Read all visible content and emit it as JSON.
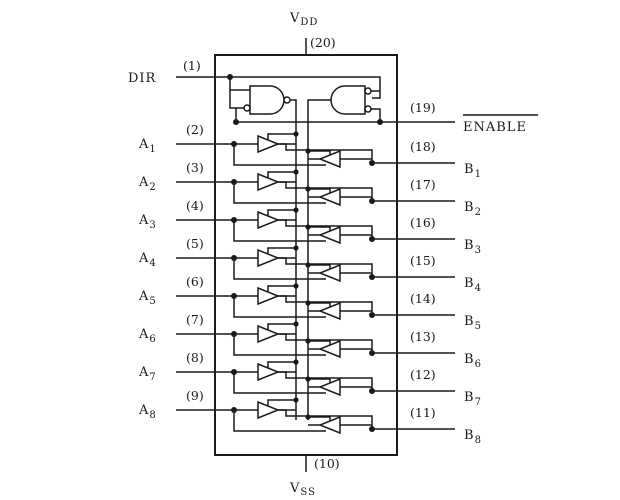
{
  "supply": {
    "vdd": {
      "main": "V",
      "sub": "DD",
      "pin": "(20)"
    },
    "vss": {
      "main": "V",
      "sub": "SS",
      "pin": "(10)"
    }
  },
  "control": {
    "dir": {
      "label": "DIR",
      "pin": "(1)"
    },
    "enable": {
      "label": "ENABLE",
      "pin": "(19)"
    }
  },
  "channels": [
    {
      "a_main": "A",
      "a_sub": "1",
      "a_pin": "(2)",
      "b_main": "B",
      "b_sub": "1",
      "b_pin": "(18)"
    },
    {
      "a_main": "A",
      "a_sub": "2",
      "a_pin": "(3)",
      "b_main": "B",
      "b_sub": "2",
      "b_pin": "(17)"
    },
    {
      "a_main": "A",
      "a_sub": "3",
      "a_pin": "(4)",
      "b_main": "B",
      "b_sub": "3",
      "b_pin": "(16)"
    },
    {
      "a_main": "A",
      "a_sub": "4",
      "a_pin": "(5)",
      "b_main": "B",
      "b_sub": "4",
      "b_pin": "(15)"
    },
    {
      "a_main": "A",
      "a_sub": "5",
      "a_pin": "(6)",
      "b_main": "B",
      "b_sub": "5",
      "b_pin": "(14)"
    },
    {
      "a_main": "A",
      "a_sub": "6",
      "a_pin": "(7)",
      "b_main": "B",
      "b_sub": "6",
      "b_pin": "(13)"
    },
    {
      "a_main": "A",
      "a_sub": "7",
      "a_pin": "(8)",
      "b_main": "B",
      "b_sub": "7",
      "b_pin": "(12)"
    },
    {
      "a_main": "A",
      "a_sub": "8",
      "a_pin": "(9)",
      "b_main": "B",
      "b_sub": "8",
      "b_pin": "(11)"
    }
  ],
  "colors": {
    "ink": "#1a1a1a",
    "background": "#ffffff"
  }
}
